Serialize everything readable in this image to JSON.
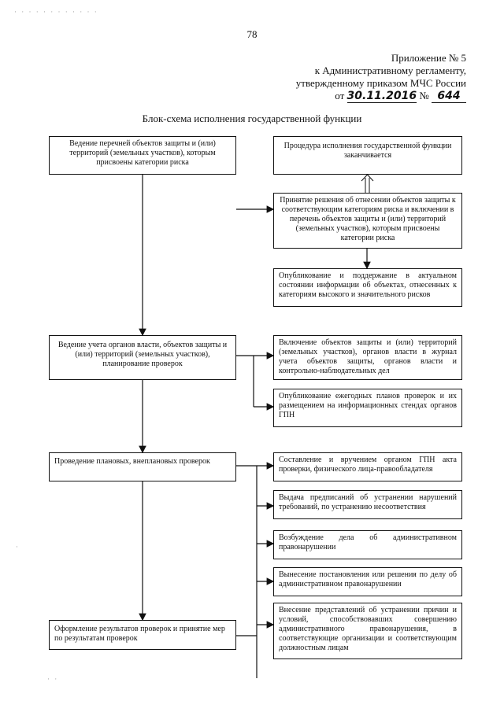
{
  "page": {
    "number": "78",
    "header": {
      "line1": "Приложение № 5",
      "line2": "к Административному регламенту,",
      "line3": "утвержденному приказом МЧС России",
      "date_prefix": "от",
      "date_value": "30.11.2016",
      "number_sign": "№",
      "number_value": "644"
    },
    "title": "Блок-схема исполнения государственной функции"
  },
  "flowchart": {
    "left": {
      "box1": "Ведение перечней объектов защиты и (или) территорий (земельных участков), которым присвоены категории риска",
      "box2": "Ведение учета органов власти, объектов защиты и (или) территорий (земельных участков), планирование проверок",
      "box3": "Проведение плановых, внеплановых проверок",
      "box4": "Оформление результатов проверок и принятие мер по результатам проверок"
    },
    "right": {
      "r1": "Процедура исполнения государственной функции заканчивается",
      "r2": "Принятие решения об отнесении объектов защиты к соответствующим категориям риска и включении в перечень объектов защиты и (или) территорий (земельных участков), которым присвоены категории риска",
      "r3": "Опубликование и поддержание в актуальном состоянии информации об объектах, отнесенных к категориям высокого и значительного рисков",
      "r4": "Включение объектов защиты и (или) территорий (земельных участков), органов власти в журнал учета объектов защиты, органов власти и контрольно-наблюдательных дел",
      "r5": "Опубликование ежегодных планов проверок и их размещением на информационных стендах органов ГПН",
      "r6": "Составление и вручением органом ГПН акта проверки, физического лица-правообладателя",
      "r7": "Выдача предписаний об устранении нарушений требований, по устранению несоответствия",
      "r8": "Возбуждение дела об административном правонарушении",
      "r9": "Вынесение постановления или решения по делу об административном правонарушении",
      "r10": "Внесение представлений об устранении причин и условий, способствовавших совершению административного правонарушения, в соответствующие организации и соответствующим должностным лицам"
    }
  }
}
